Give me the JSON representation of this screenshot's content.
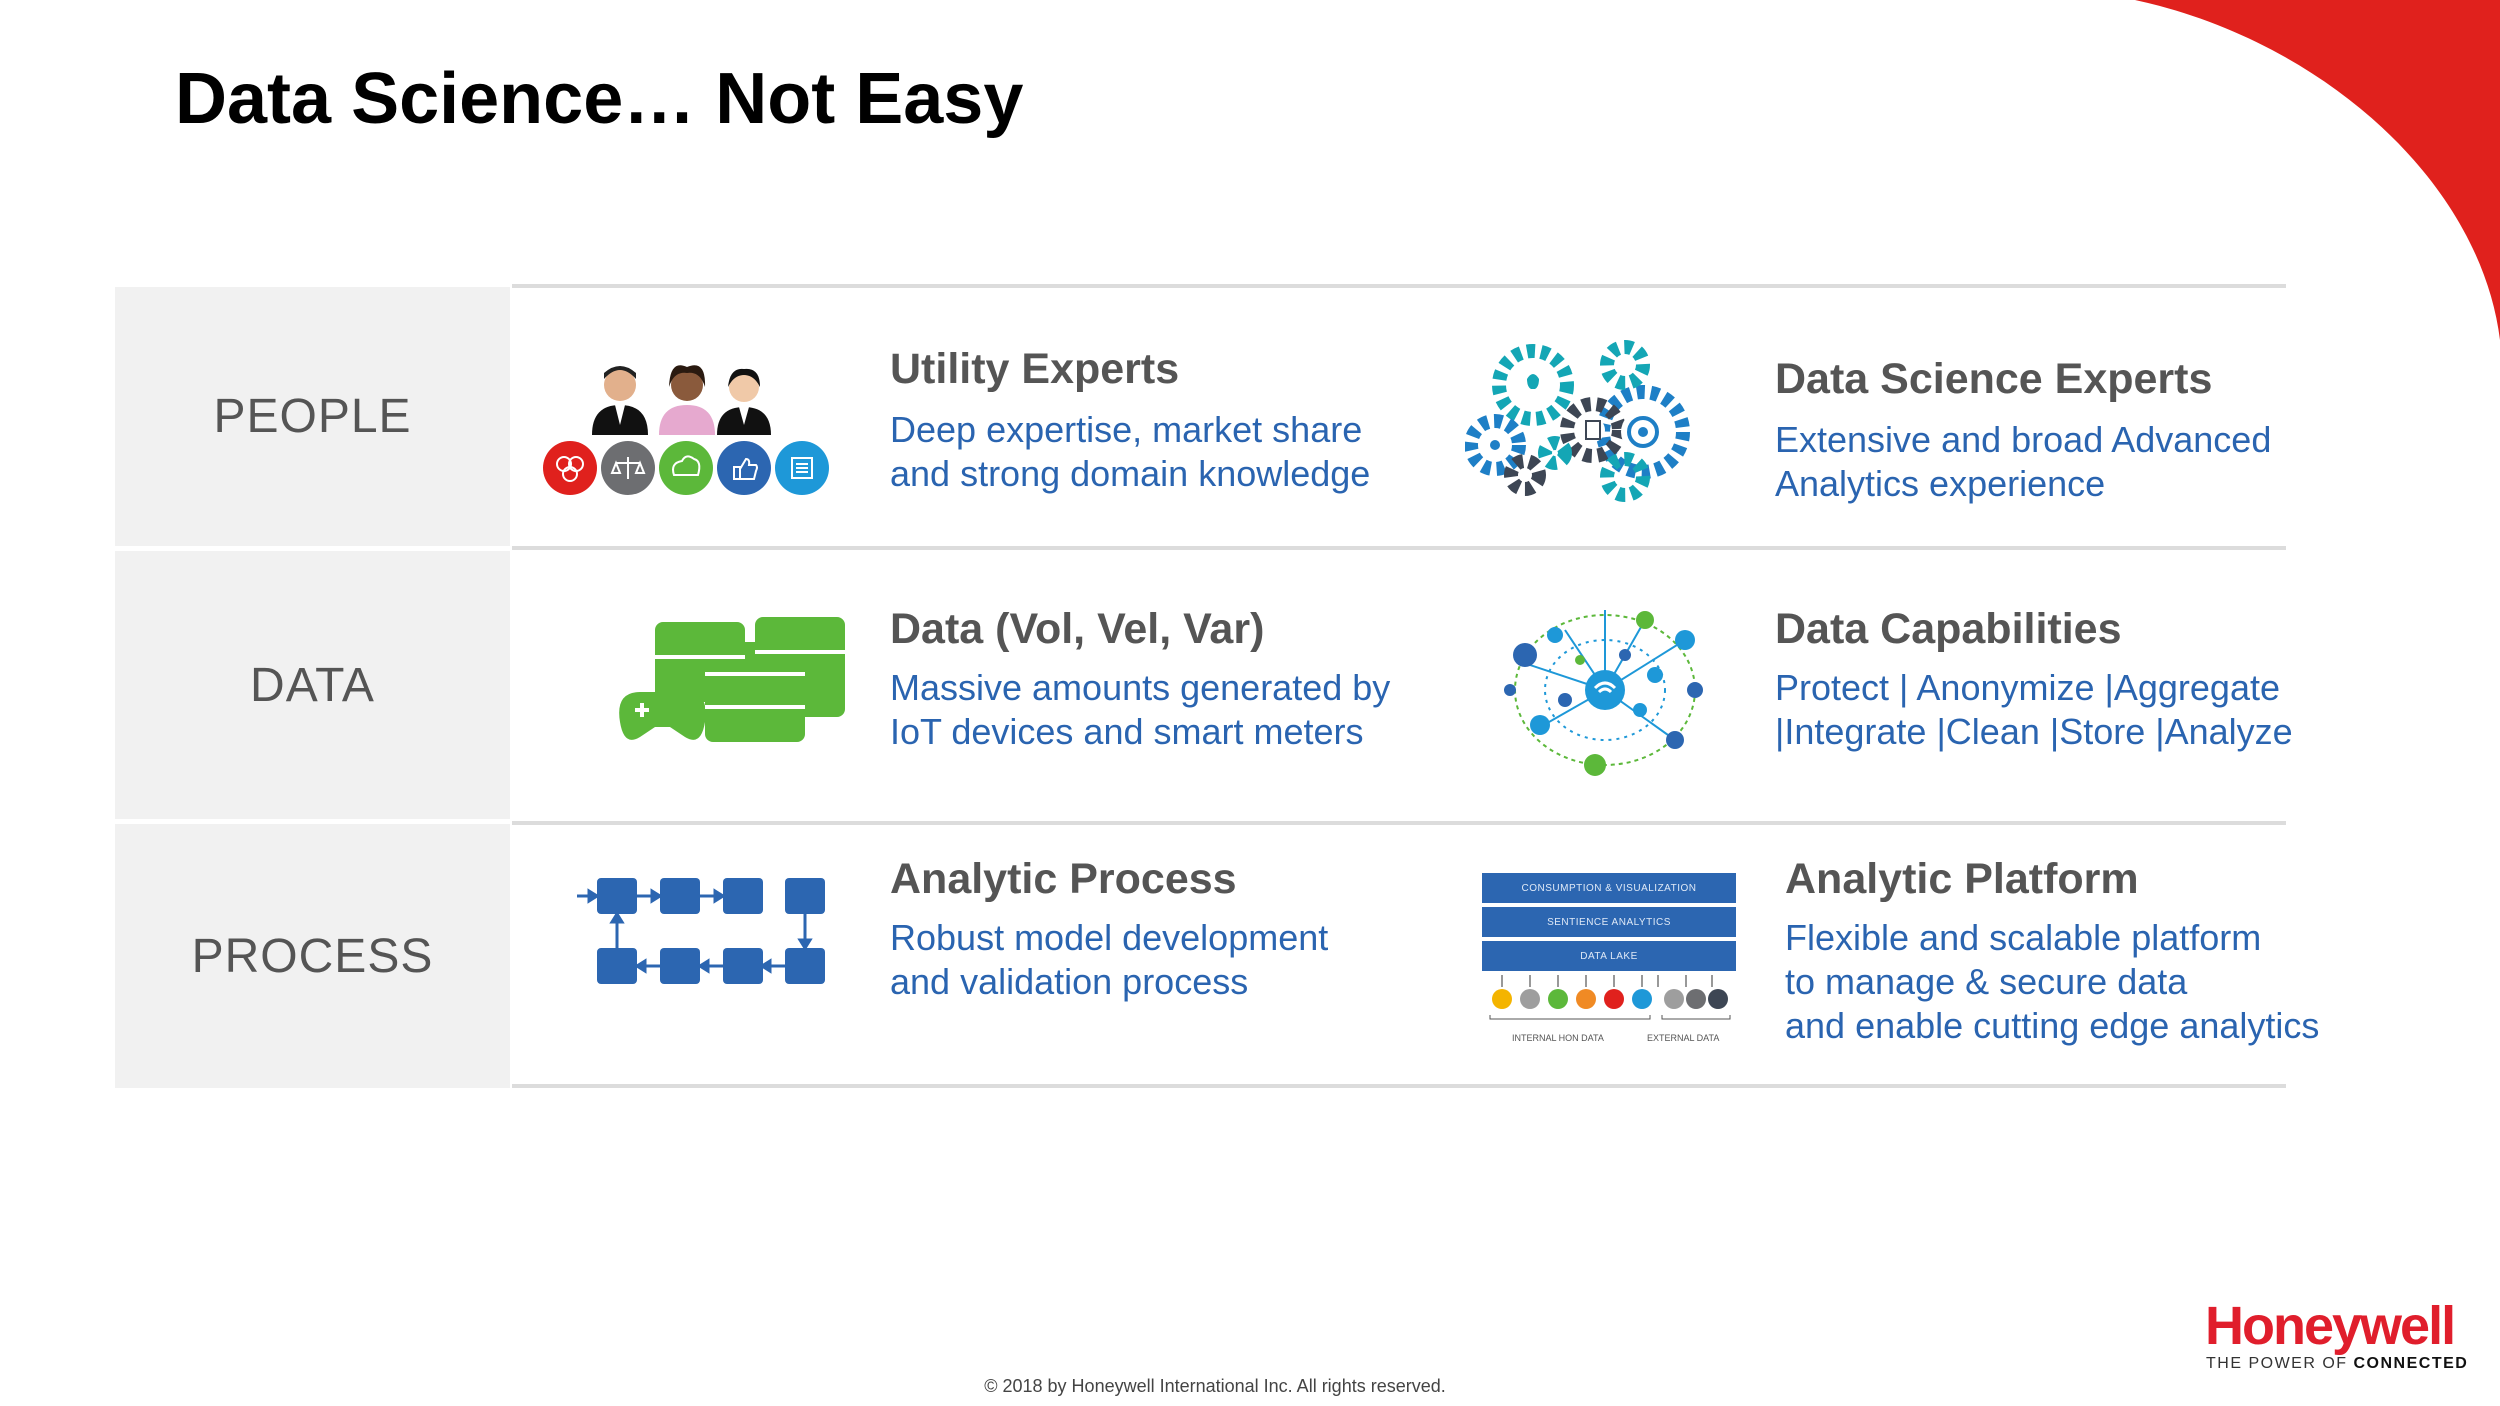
{
  "slide": {
    "title": "Data Science… Not Easy"
  },
  "rows": [
    {
      "label": "PEOPLE",
      "left": {
        "icon": "people-icon",
        "title": "Utility Experts",
        "desc_lines": [
          "Deep expertise, market share",
          "and strong domain knowledge"
        ]
      },
      "right": {
        "icon": "gears-icon",
        "title": "Data Science Experts",
        "desc_lines": [
          "Extensive and broad Advanced",
          "Analytics experience"
        ]
      }
    },
    {
      "label": "DATA",
      "left": {
        "icon": "database-stack-icon",
        "title": "Data (Vol, Vel, Var)",
        "desc_lines": [
          "Massive amounts generated by",
          "IoT devices and smart meters"
        ]
      },
      "right": {
        "icon": "network-icon",
        "title": "Data Capabilities",
        "desc_lines": [
          "Protect | Anonymize |Aggregate",
          "|Integrate |Clean |Store |Analyze"
        ]
      }
    },
    {
      "label": "PROCESS",
      "left": {
        "icon": "process-flow-icon",
        "title": "Analytic Process",
        "desc_lines": [
          "Robust model development",
          "and validation process"
        ]
      },
      "right": {
        "icon": "platform-stack-icon",
        "title": "Analytic Platform",
        "desc_lines": [
          "Flexible and scalable platform",
          "to manage & secure data",
          "and enable cutting edge analytics"
        ]
      }
    }
  ],
  "platform_diagram": {
    "layers": [
      "CONSUMPTION & VISUALIZATION",
      "SENTIENCE ANALYTICS",
      "DATA LAKE"
    ],
    "internal_label": "INTERNAL HON DATA",
    "external_label": "EXTERNAL DATA"
  },
  "footer": {
    "copyright": "© 2018 by Honeywell International Inc. All rights reserved."
  },
  "brand": {
    "logo_text": "Honeywell",
    "tagline_prefix": "THE POWER OF ",
    "tagline_bold": "CONNECTED",
    "accent_red": "#e01e2c",
    "text_blue": "#2a64b0",
    "title_gray": "#555555"
  }
}
